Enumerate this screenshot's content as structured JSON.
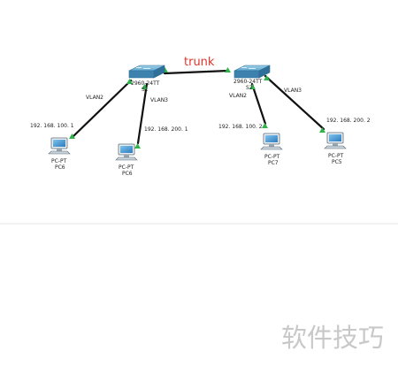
{
  "diagram": {
    "trunk_label": "trunk",
    "switches": [
      {
        "model": "2960-24TT",
        "name": "S1"
      },
      {
        "model": "2960-24TT",
        "name": "S2"
      }
    ],
    "pcs": [
      {
        "type": "PC-PT",
        "name": "PC6",
        "ip": "192. 168. 100. 1",
        "vlan": "VLAN2"
      },
      {
        "type": "PC-PT",
        "name": "PC6",
        "ip": "192. 168. 200. 1",
        "vlan": "VLAN3"
      },
      {
        "type": "PC-PT",
        "name": "PC7",
        "ip": "192. 168. 100. 2",
        "vlan": "VLAN2"
      },
      {
        "type": "PC-PT",
        "name": "PC5",
        "ip": "192. 168. 200. 2",
        "vlan": "VLAN3"
      }
    ],
    "colors": {
      "link": "#111111",
      "port_light": "#2fb34a",
      "trunk_text": "#e0342b",
      "switch_body": "#4a8fb8",
      "pc_screen": "#3a86c8",
      "separator": "#e6e6e6",
      "watermark": "#c8c8c8"
    }
  },
  "watermark": "软件技巧"
}
